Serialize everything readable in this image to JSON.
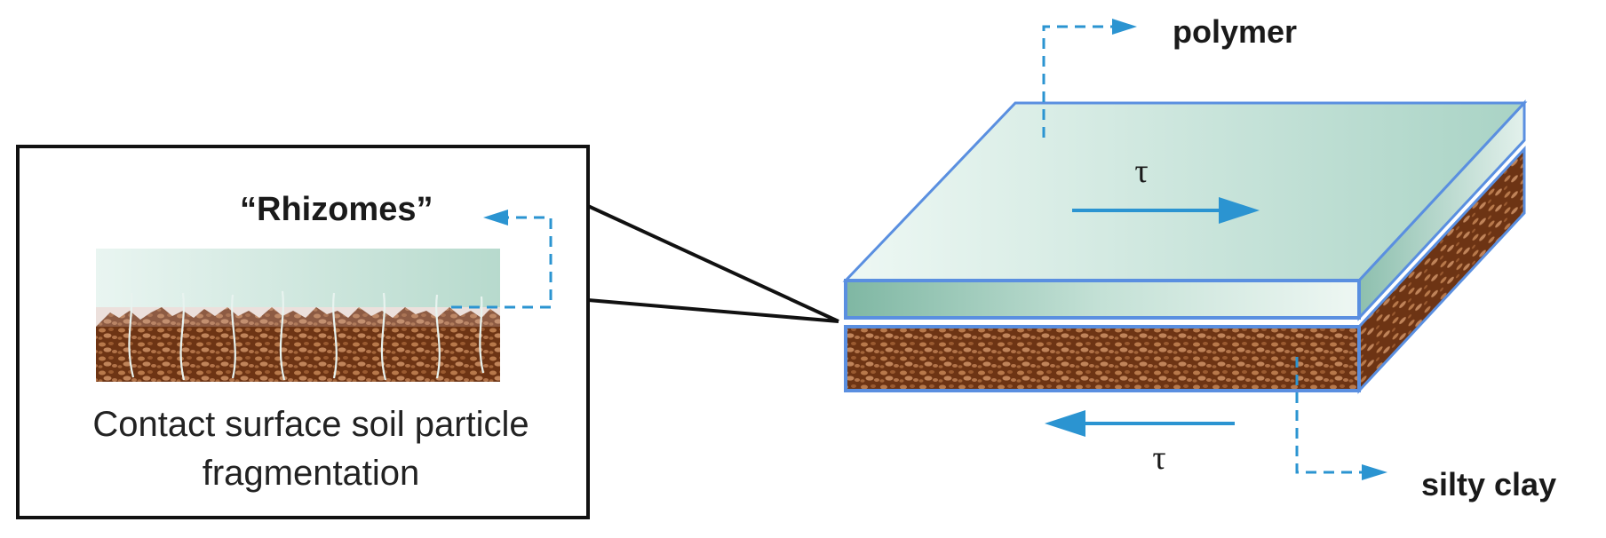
{
  "labels": {
    "polymer": "polymer",
    "silty_clay": "silty clay",
    "tau_top": "τ",
    "tau_bottom": "τ",
    "rhizomes": "“Rhizomes”",
    "caption_line1": "Contact surface soil particle",
    "caption_line2": "fragmentation"
  },
  "colors": {
    "arrow_blue": "#2b94d1",
    "outline_blue": "#5a8fe0",
    "polymer_light": "#e4f3ee",
    "polymer_dark": "#a6d2c3",
    "soil_dark": "#6e3514",
    "soil_light": "#b27347",
    "callout_black": "#111111"
  }
}
